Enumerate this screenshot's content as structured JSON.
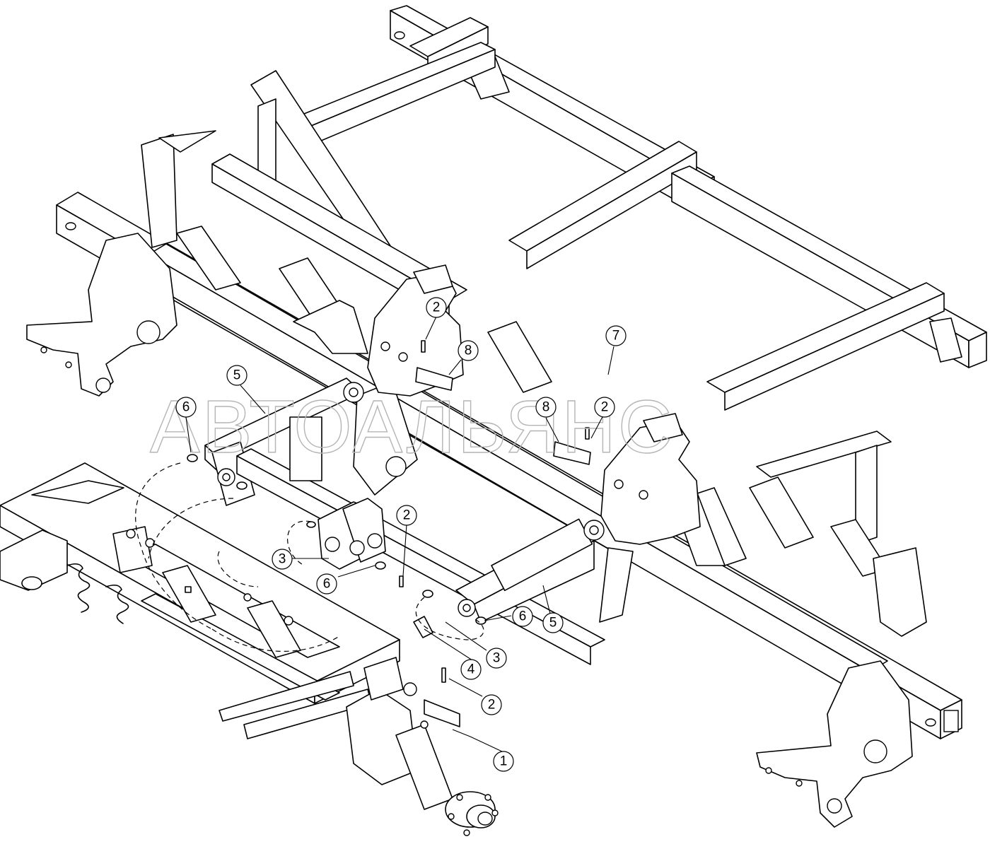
{
  "watermark": "АВТОАЛЬЯНС",
  "callouts": [
    {
      "id": "c1",
      "label": "1"
    },
    {
      "id": "c2a",
      "label": "2"
    },
    {
      "id": "c2b",
      "label": "2"
    },
    {
      "id": "c2c",
      "label": "2"
    },
    {
      "id": "c2d",
      "label": "2"
    },
    {
      "id": "c3a",
      "label": "3"
    },
    {
      "id": "c3b",
      "label": "3"
    },
    {
      "id": "c4",
      "label": "4"
    },
    {
      "id": "c5a",
      "label": "5"
    },
    {
      "id": "c5b",
      "label": "5"
    },
    {
      "id": "c6a",
      "label": "6"
    },
    {
      "id": "c6b",
      "label": "6"
    },
    {
      "id": "c6c",
      "label": "6"
    },
    {
      "id": "c7",
      "label": "7"
    },
    {
      "id": "c8a",
      "label": "8"
    },
    {
      "id": "c8b",
      "label": "8"
    }
  ]
}
